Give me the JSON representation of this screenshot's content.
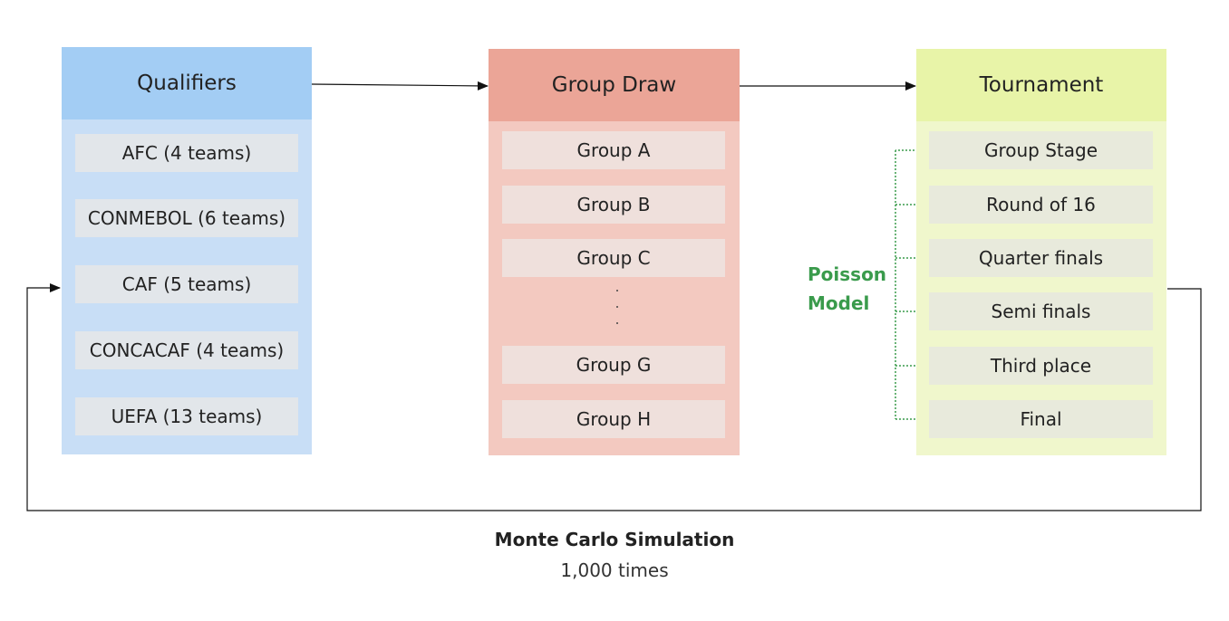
{
  "colors": {
    "qualifiers_header": "#a3cdf4",
    "qualifiers_body": "#c8def6",
    "qualifiers_item": "#e2e6ea",
    "group_draw_header": "#eba597",
    "group_draw_body": "#f3c9c0",
    "group_draw_item": "#efe0dc",
    "tournament_header": "#e8f4a8",
    "tournament_body": "#f0f7cc",
    "tournament_item": "#e8eadc",
    "poisson": "#3a9b4c"
  },
  "qualifiers": {
    "title": "Qualifiers",
    "items": [
      "AFC (4 teams)",
      "CONMEBOL (6 teams)",
      "CAF (5 teams)",
      "CONCACAF (4 teams)",
      "UEFA (13 teams)"
    ]
  },
  "group_draw": {
    "title": "Group Draw",
    "items_top": [
      "Group A",
      "Group B",
      "Group C"
    ],
    "items_bottom": [
      "Group G",
      "Group H"
    ]
  },
  "tournament": {
    "title": "Tournament",
    "items": [
      "Group Stage",
      "Round of 16",
      "Quarter finals",
      "Semi finals",
      "Third place",
      "Final"
    ]
  },
  "poisson": {
    "line1": "Poisson",
    "line2": "Model"
  },
  "footer": {
    "title": "Monte Carlo Simulation",
    "subtitle": "1,000 times"
  }
}
